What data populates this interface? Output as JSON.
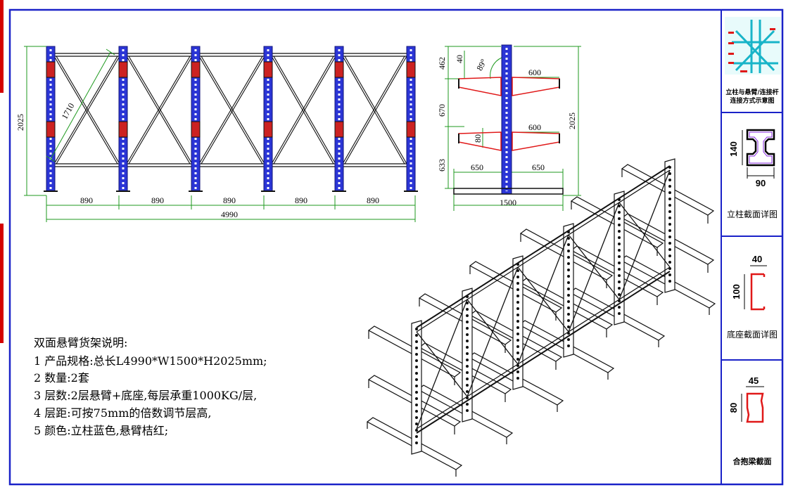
{
  "front_view": {
    "bay_dims": [
      "890",
      "890",
      "890",
      "890",
      "890"
    ],
    "total_length": "4990",
    "height": "2025",
    "diagonal": "1710"
  },
  "side_view": {
    "arm_upper": "600",
    "arm_lower": "600",
    "top_gap": "462",
    "pitch": "670",
    "bottom": "633",
    "arm_rise": "40",
    "angle": "89°",
    "lower_small": "80",
    "base_left": "650",
    "base_right": "650",
    "base_total": "1500",
    "height": "2025"
  },
  "notes": {
    "title": "双面悬臂货架说明:",
    "lines": [
      "1 产品规格:总长L4990*W1500*H2025mm;",
      "2 数量:2套",
      "3 层数:2层悬臂+底座,每层承重1000KG/层,",
      "4 层距:可按75mm的倍数调节层高,",
      "5 颜色:立柱蓝色,悬臂桔红;"
    ]
  },
  "side_panel": {
    "connection_caption_1": "立柱与悬臂/连接杆",
    "connection_caption_2": "连接方式示意图",
    "upright_section": {
      "h": "140",
      "w": "90",
      "caption": "立柱截面详图"
    },
    "base_section": {
      "h": "100",
      "w": "40",
      "caption": "底座截面详图"
    },
    "brace_section": {
      "h": "80",
      "w": "45",
      "caption": "合抱梁截面"
    }
  },
  "colors": {
    "frame": "#1a22c8",
    "upright": "#2b35d6",
    "arm": "#e01818",
    "dim": "#1f9a1f"
  }
}
